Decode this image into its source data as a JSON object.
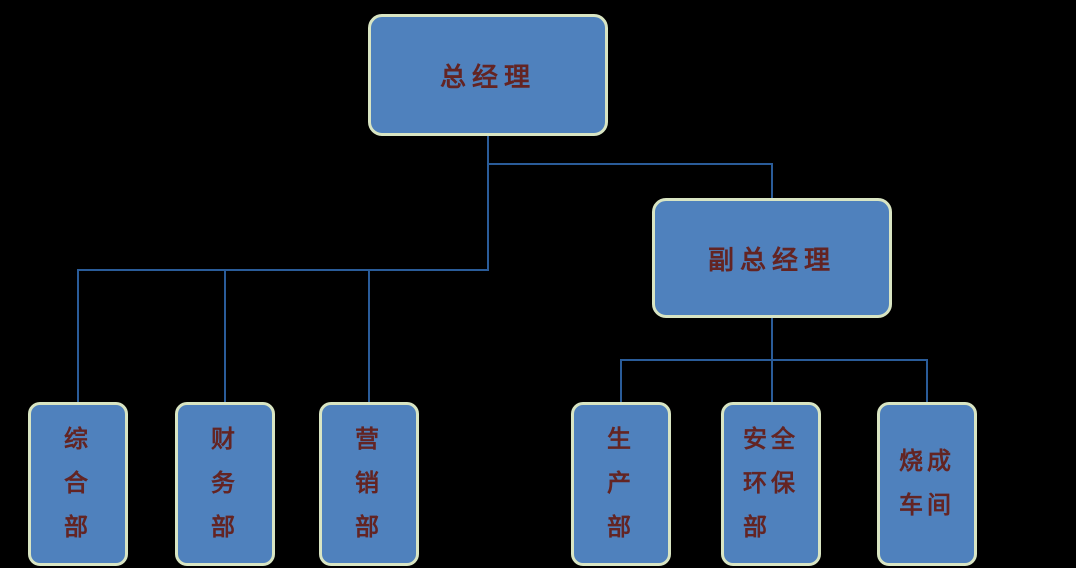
{
  "colors": {
    "background": "#000000",
    "node_fill": "#4f81bd",
    "node_border": "#d9e5c3",
    "node_text": "#632423",
    "connector": "#2a5c99"
  },
  "nodes": {
    "general_manager": {
      "label": "总经理"
    },
    "deputy_general_manager": {
      "label": "副总经理"
    },
    "dept_zonghe": {
      "label": "综合部",
      "lines": [
        "综",
        "合",
        "部"
      ]
    },
    "dept_caiwu": {
      "label": "财务部",
      "lines": [
        "财",
        "务",
        "部"
      ]
    },
    "dept_yingxiao": {
      "label": "营销部",
      "lines": [
        "营",
        "销",
        "部"
      ]
    },
    "dept_shengchan": {
      "label": "生产部",
      "lines": [
        "生",
        "产",
        "部"
      ]
    },
    "dept_anquan_huanbao": {
      "label": "安全环保部",
      "lines": [
        "安全",
        "环保",
        "部"
      ]
    },
    "dept_shaocheng": {
      "label": "烧成车间",
      "lines": [
        "烧成",
        "车间"
      ]
    }
  },
  "structure": {
    "general_manager": [
      "dept_zonghe",
      "dept_caiwu",
      "dept_yingxiao",
      "deputy_general_manager"
    ],
    "deputy_general_manager": [
      "dept_shengchan",
      "dept_anquan_huanbao",
      "dept_shaocheng"
    ]
  }
}
